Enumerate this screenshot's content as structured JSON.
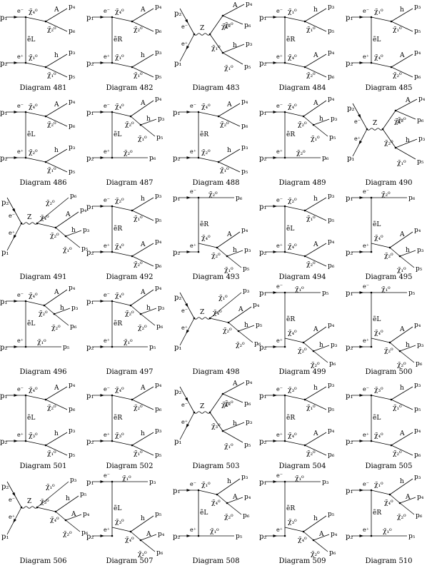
{
  "caption_prefix": "Diagram",
  "diagrams": [
    {
      "n": "481",
      "type": "t",
      "a": "e⁻",
      "b": "e⁺",
      "pt": "p₁",
      "pb": "p₂",
      "prop": "ẽL",
      "top": [
        "χ̃₄⁰",
        "A",
        "p₄",
        "χ̃₂⁰",
        "p₆"
      ],
      "bot": [
        "χ̃₁⁰",
        "h",
        "p₃",
        "χ̃₁⁰",
        "p₅"
      ]
    },
    {
      "n": "482",
      "type": "t",
      "a": "e⁻",
      "b": "e⁺",
      "pt": "p₁",
      "pb": "p₂",
      "prop": "ẽR",
      "top": [
        "χ̃₄⁰",
        "A",
        "p₄",
        "χ̃₂⁰",
        "p₆"
      ],
      "bot": [
        "χ̃₁⁰",
        "h",
        "p₃",
        "χ̃₁⁰",
        "p₅"
      ]
    },
    {
      "n": "483",
      "type": "s",
      "a": "e⁻",
      "b": "e⁺",
      "pt": "p₂",
      "pb": "p₁",
      "prop": "Z",
      "top": [
        "χ̃₄⁰",
        "A",
        "p₄",
        "χ̃₂⁰",
        "p₆"
      ],
      "bot": [
        "χ̃₁⁰",
        "h",
        "p₃",
        "χ̃₁⁰",
        "p₅"
      ]
    },
    {
      "n": "484",
      "type": "t",
      "a": "e⁻",
      "b": "e⁺",
      "pt": "p₁",
      "pb": "p₂",
      "prop": "ẽR",
      "top": [
        "χ̃₁⁰",
        "h",
        "p₃",
        "χ̃₁⁰",
        "p₅"
      ],
      "bot": [
        "χ̃₄⁰",
        "A",
        "p₄",
        "χ̃₂⁰",
        "p₆"
      ]
    },
    {
      "n": "485",
      "type": "t",
      "a": "e⁻",
      "b": "e⁺",
      "pt": "p₁",
      "pb": "p₂",
      "prop": "ẽL",
      "top": [
        "χ̃₁⁰",
        "h",
        "p₃",
        "χ̃₁⁰",
        "p₅"
      ],
      "bot": [
        "χ̃₄⁰",
        "A",
        "p₄",
        "χ̃₂⁰",
        "p₆"
      ]
    },
    {
      "n": "486",
      "type": "t",
      "a": "e⁻",
      "b": "e⁺",
      "pt": "p₁",
      "pb": "p₂",
      "prop": "ẽL",
      "top": [
        "χ̃₄⁰",
        "A",
        "p₄",
        "χ̃₂⁰",
        "p₆"
      ],
      "bot": [
        "χ̃₂⁰",
        "h",
        "p₃",
        "χ̃₁⁰",
        "p₅"
      ]
    },
    {
      "n": "487",
      "type": "t2",
      "a": "e⁻",
      "b": "e⁺",
      "pt": "p₁",
      "pb": "p₂",
      "prop": "ẽL",
      "top": [
        "χ̃₄⁰",
        "A",
        "p₄",
        "χ̃₂⁰",
        "h",
        "p₃",
        "χ̃₁⁰",
        "p₅"
      ],
      "bot": [
        "χ̃₂⁰",
        "p₆"
      ]
    },
    {
      "n": "488",
      "type": "t",
      "a": "e⁻",
      "b": "e⁺",
      "pt": "p₁",
      "pb": "p₂",
      "prop": "ẽR",
      "top": [
        "χ̃₄⁰",
        "A",
        "p₄",
        "χ̃₂⁰",
        "p₆"
      ],
      "bot": [
        "χ̃₂⁰",
        "h",
        "p₃",
        "χ̃₁⁰",
        "p₅"
      ]
    },
    {
      "n": "489",
      "type": "t2",
      "a": "e⁻",
      "b": "e⁺",
      "pt": "p₁",
      "pb": "p₂",
      "prop": "ẽR",
      "top": [
        "χ̃₄⁰",
        "A",
        "p₄",
        "χ̃₂⁰",
        "h",
        "p₃",
        "χ̃₁⁰",
        "p₅"
      ],
      "bot": [
        "χ̃₂⁰",
        "p₆"
      ]
    },
    {
      "n": "490",
      "type": "s",
      "a": "e⁻",
      "b": "e⁺",
      "pt": "p₂",
      "pb": "p₁",
      "prop": "Z",
      "top": [
        "χ̃₄⁰",
        "A",
        "p₄",
        "χ̃₂⁰",
        "p₆"
      ],
      "bot": [
        "χ̃₂⁰",
        "h",
        "p₃",
        "χ̃₁⁰",
        "p₅"
      ]
    },
    {
      "n": "491",
      "type": "s",
      "a": "e⁻",
      "b": "e⁺",
      "pt": "p₂",
      "pb": "p₁",
      "prop": "Z",
      "top": [
        "χ̃₂⁰",
        "p₆",
        "",
        "",
        " "
      ],
      "bot": [
        "χ̃₄⁰",
        "A",
        "p₄",
        "χ̃₂⁰",
        "h",
        "p₃",
        "χ̃₁⁰",
        "p₅"
      ]
    },
    {
      "n": "492",
      "type": "t",
      "a": "e⁻",
      "b": "e⁺",
      "pt": "p₁",
      "pb": "p₂",
      "prop": "ẽR",
      "top": [
        "χ̃₂⁰",
        "h",
        "p₃",
        "χ̃₁⁰",
        "p₅"
      ],
      "bot": [
        "χ̃₄⁰",
        "A",
        "p₄",
        "χ̃₂⁰",
        "p₆"
      ]
    },
    {
      "n": "493",
      "type": "t3",
      "a": "e⁻",
      "b": "e⁺",
      "pt": "p₁",
      "pb": "p₂",
      "prop": "ẽR",
      "top": [
        "χ̃₂⁰",
        "p₆"
      ],
      "bot": [
        "χ̃₄⁰",
        "A",
        "p₄",
        "χ̃₂⁰",
        "h",
        "p₃",
        "χ̃₁⁰",
        "p₅"
      ]
    },
    {
      "n": "494",
      "type": "t",
      "a": "e⁻",
      "b": "e⁺",
      "pt": "p₁",
      "pb": "p₂",
      "prop": "ẽL",
      "top": [
        "χ̃₂⁰",
        "h",
        "p₃",
        "χ̃₁⁰",
        "p₅"
      ],
      "bot": [
        "χ̃₄⁰",
        "A",
        "p₄",
        "χ̃₂⁰",
        "p₆"
      ]
    },
    {
      "n": "495",
      "type": "t3",
      "a": "e⁻",
      "b": "e⁺",
      "pt": "p₁",
      "pb": "p₂",
      "prop": "ẽL",
      "top": [
        "χ̃₂⁰",
        "p₆"
      ],
      "bot": [
        "χ̃₄⁰",
        "A",
        "p₄",
        "χ̃₂⁰",
        "h",
        "p₃",
        "χ̃₁⁰",
        "p₅"
      ]
    },
    {
      "n": "496",
      "type": "t2",
      "a": "e⁻",
      "b": "e⁺",
      "pt": "p₁",
      "pb": "p₂",
      "prop": "ẽL",
      "top": [
        "χ̃₄⁰",
        "A",
        "p₄",
        "χ̃₂⁰",
        "h",
        "p₃",
        "χ̃₂⁰",
        "p₆"
      ],
      "bot": [
        "χ̃₁⁰",
        "p₅"
      ]
    },
    {
      "n": "497",
      "type": "t2",
      "a": "e⁻",
      "b": "e⁺",
      "pt": "p₁",
      "pb": "p₂",
      "prop": "ẽR",
      "top": [
        "χ̃₄⁰",
        "A",
        "p₄",
        "χ̃₂⁰",
        "h",
        "p₃",
        "χ̃₂⁰",
        "p₆"
      ],
      "bot": [
        "χ̃₁⁰",
        "p₅"
      ]
    },
    {
      "n": "498",
      "type": "s",
      "a": "e⁻",
      "b": "e⁺",
      "pt": "p₂",
      "pb": "p₁",
      "prop": "Z",
      "top": [
        "χ̃₁⁰",
        "p₃",
        "",
        "",
        " "
      ],
      "bot": [
        "χ̃₄⁰",
        "A",
        "p₄",
        "χ̃₂⁰",
        "h",
        "p₅",
        "χ̃₂⁰",
        "p₆"
      ]
    },
    {
      "n": "499",
      "type": "t3",
      "a": "e⁻",
      "b": "e⁺",
      "pt": "p₁",
      "pb": "p₂",
      "prop": "ẽR",
      "top": [
        "χ̃₁⁰",
        "p₅"
      ],
      "bot": [
        "χ̃₄⁰",
        "A",
        "p₄",
        "χ̃₂⁰",
        "h",
        "p₃",
        "χ̃₂⁰",
        "p₆"
      ]
    },
    {
      "n": "500",
      "type": "t3",
      "a": "e⁻",
      "b": "e⁺",
      "pt": "p₁",
      "pb": "p₂",
      "prop": "ẽL",
      "top": [
        "χ̃₁⁰",
        "p₅"
      ],
      "bot": [
        "χ̃₄⁰",
        "A",
        "p₄",
        "χ̃₂⁰",
        "h",
        "p₃",
        "χ̃₂⁰",
        "p₆"
      ]
    },
    {
      "n": "501",
      "type": "t",
      "a": "e⁻",
      "b": "e⁺",
      "pt": "p₁",
      "pb": "p₂",
      "prop": "ẽL",
      "top": [
        "χ̃₄⁰",
        "A",
        "p₄",
        "χ̃₂⁰",
        "p₆"
      ],
      "bot": [
        "χ̃₃⁰",
        "h",
        "p₃",
        "χ̃₁⁰",
        "p₅"
      ]
    },
    {
      "n": "502",
      "type": "t",
      "a": "e⁻",
      "b": "e⁺",
      "pt": "p₁",
      "pb": "p₂",
      "prop": "ẽR",
      "top": [
        "χ̃₄⁰",
        "A",
        "p₄",
        "χ̃₂⁰",
        "p₆"
      ],
      "bot": [
        "χ̃₃⁰",
        "h",
        "p₃",
        "χ̃₁⁰",
        "p₅"
      ]
    },
    {
      "n": "503",
      "type": "s",
      "a": "e⁻",
      "b": "e⁺",
      "pt": "p₂",
      "pb": "p₁",
      "prop": "Z",
      "top": [
        "χ̃₄⁰",
        "A",
        "p₄",
        "χ̃₂⁰",
        "p₆"
      ],
      "bot": [
        "χ̃₃⁰",
        "h",
        "p₃",
        "χ̃₁⁰",
        "p₅"
      ]
    },
    {
      "n": "504",
      "type": "t",
      "a": "e⁻",
      "b": "e⁺",
      "pt": "p₁",
      "pb": "p₂",
      "prop": "ẽR",
      "top": [
        "χ̃₃⁰",
        "h",
        "p₃",
        "χ̃₁⁰",
        "p₅"
      ],
      "bot": [
        "χ̃₄⁰",
        "A",
        "p₄",
        "χ̃₂⁰",
        "p₆"
      ]
    },
    {
      "n": "505",
      "type": "t",
      "a": "e⁻",
      "b": "e⁺",
      "pt": "p₁",
      "pb": "p₂",
      "prop": "ẽL",
      "top": [
        "χ̃₃⁰",
        "h",
        "p₃",
        "χ̃₁⁰",
        "p₅"
      ],
      "bot": [
        "χ̃₄⁰",
        "A",
        "p₄",
        "χ̃₂⁰",
        "p₆"
      ]
    },
    {
      "n": "506",
      "type": "s",
      "a": "e⁻",
      "b": "e⁺",
      "pt": "p₂",
      "pb": "p₁",
      "prop": "Z",
      "top": [
        "χ̃₁⁰",
        "p₃",
        "",
        "",
        " "
      ],
      "bot": [
        "χ̃₃⁰",
        "h",
        "p₅",
        "χ̃₄⁰",
        "A",
        "p₄",
        "χ̃₂⁰",
        "p₆"
      ]
    },
    {
      "n": "507",
      "type": "t3",
      "a": "e⁻",
      "b": "e⁺",
      "pt": "p₁",
      "pb": "p₂",
      "prop": "ẽL",
      "top": [
        "χ̃₁⁰",
        "p₃"
      ],
      "bot": [
        "χ̃₃⁰",
        "h",
        "p₅",
        "χ̃₄⁰",
        "A",
        "p₄",
        "χ̃₂⁰",
        "p₆"
      ]
    },
    {
      "n": "508",
      "type": "t2",
      "a": "e⁻",
      "b": "e⁺",
      "pt": "p₁",
      "pb": "p₂",
      "prop": "ẽL",
      "top": [
        "χ̃₁⁰",
        "h",
        "p₃",
        "χ̃₄⁰",
        "A",
        "p₄",
        "χ̃₂⁰",
        "p₆"
      ],
      "bot": [
        "χ̃₁⁰",
        "p₅"
      ]
    },
    {
      "n": "509",
      "type": "t3",
      "a": "e⁻",
      "b": "e⁺",
      "pt": "p₁",
      "pb": "p₂",
      "prop": "ẽR",
      "top": [
        "χ̃₁⁰",
        "p₃"
      ],
      "bot": [
        "χ̃₃⁰",
        "h",
        "p₅",
        "χ̃₄⁰",
        "A",
        "p₄",
        "χ̃₂⁰",
        "p₆"
      ]
    },
    {
      "n": "510",
      "type": "t2",
      "a": "e⁻",
      "b": "e⁺",
      "pt": "p₁",
      "pb": "p₂",
      "prop": "ẽR",
      "top": [
        "χ̃₁⁰",
        "h",
        "p₃",
        "χ̃₄⁰",
        "A",
        "p₄",
        "χ̃₂⁰",
        "p₆"
      ],
      "bot": [
        "χ̃₁⁰",
        "p₅"
      ]
    }
  ]
}
